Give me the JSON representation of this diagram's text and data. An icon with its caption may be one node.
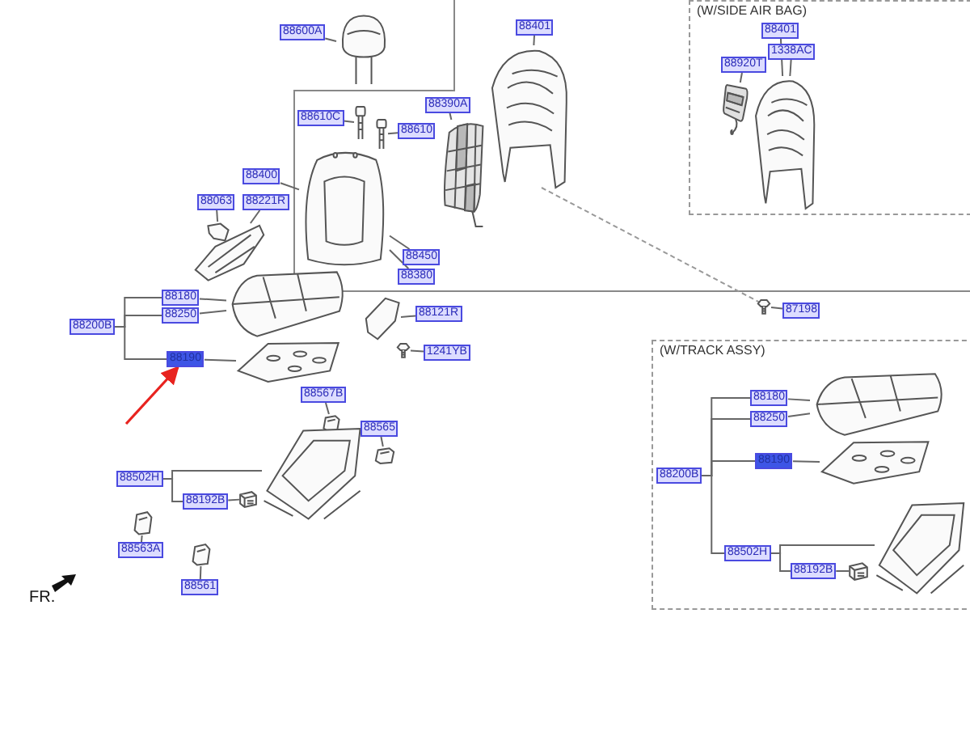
{
  "diagram": {
    "nodes": [
      {
        "text": [
          "(W/SIDE AIR BAG)"
        ]
      },
      {
        "text": [
          "88401"
        ],
        "in": 0
      },
      {
        "text": [
          "1338AC"
        ],
        "in": 0
      },
      {
        "text": [
          "88920T"
        ],
        "in": 0
      },
      {
        "text": [],
        "shape": "picture",
        "in": 0
      },
      {
        "text": [],
        "shape": "picture",
        "in": 0
      },
      {
        "text": [
          "88600A"
        ]
      },
      {
        "text": [],
        "shape": "picture"
      },
      {
        "text": [
          "88610C"
        ]
      },
      {
        "text": [],
        "shape": "picture"
      },
      {
        "text": [
          "88610"
        ]
      },
      {
        "text": [],
        "shape": "picture"
      },
      {
        "text": [
          "88390A"
        ]
      },
      {
        "text": [],
        "shape": "picture"
      },
      {
        "text": [
          "88400"
        ]
      },
      {
        "text": [],
        "shape": "picture"
      },
      {
        "text": [
          "88450"
        ]
      },
      {
        "text": [
          "88380"
        ]
      },
      {
        "text": [
          "88063"
        ]
      },
      {
        "text": [
          "88221R"
        ]
      },
      {
        "text": [],
        "shape": "picture"
      },
      {
        "text": [],
        "shape": "picture"
      },
      {
        "text": [
          "88401"
        ]
      },
      {
        "text": [],
        "shape": "picture"
      },
      {
        "text": [
          "87198"
        ]
      },
      {
        "text": [],
        "shape": "picture"
      },
      {
        "text": [
          "88200B"
        ]
      },
      {
        "text": [
          "88180"
        ]
      },
      {
        "text": [
          "88250"
        ]
      },
      {
        "text": [
          "88190"
        ]
      },
      {
        "text": [],
        "shape": "picture"
      },
      {
        "text": [],
        "shape": "picture"
      },
      {
        "text": [
          "88121R"
        ]
      },
      {
        "text": [],
        "shape": "picture"
      },
      {
        "text": [
          "1241YB"
        ]
      },
      {
        "text": [],
        "shape": "picture"
      },
      {
        "text": [
          "88567B"
        ]
      },
      {
        "text": [],
        "shape": "picture"
      },
      {
        "text": [
          "88565"
        ]
      },
      {
        "text": [],
        "shape": "picture"
      },
      {
        "text": [
          "88502H"
        ]
      },
      {
        "text": [],
        "shape": "picture"
      },
      {
        "text": [
          "88192B"
        ]
      },
      {
        "text": [],
        "shape": "picture"
      },
      {
        "text": [
          "88563A"
        ]
      },
      {
        "text": [],
        "shape": "picture"
      },
      {
        "text": [
          "88561"
        ]
      },
      {
        "text": [],
        "shape": "picture"
      },
      {
        "text": [
          "(W/TRACK ASSY)"
        ]
      },
      {
        "text": [
          "88180"
        ],
        "in": 48
      },
      {
        "text": [
          "88250"
        ],
        "in": 48
      },
      {
        "text": [
          "88190"
        ],
        "in": 48
      },
      {
        "text": [
          "88200B"
        ],
        "in": 48
      },
      {
        "text": [
          "88502H"
        ],
        "in": 48
      },
      {
        "text": [
          "88192B"
        ],
        "in": 48
      },
      {
        "text": [],
        "shape": "picture",
        "in": 48
      },
      {
        "text": [],
        "shape": "picture",
        "in": 48
      },
      {
        "text": [],
        "shape": "picture",
        "in": 48
      },
      {
        "text": [],
        "shape": "picture",
        "in": 48
      }
    ],
    "edges": [
      {
        "from": 1,
        "to": 5,
        "arrow": "none"
      },
      {
        "from": 2,
        "to": 5,
        "arrow": "none"
      },
      {
        "from": 3,
        "to": 4,
        "arrow": "none"
      },
      {
        "from": 6,
        "to": 7,
        "arrow": "none"
      },
      {
        "from": 8,
        "to": 9,
        "arrow": "none"
      },
      {
        "from": 10,
        "to": 11,
        "arrow": "none"
      },
      {
        "from": 12,
        "to": 13,
        "arrow": "none"
      },
      {
        "from": 14,
        "to": 15,
        "arrow": "none"
      },
      {
        "from": 16,
        "to": 15,
        "arrow": "none"
      },
      {
        "from": 17,
        "to": 15,
        "arrow": "none"
      },
      {
        "from": 18,
        "to": 20,
        "arrow": "none"
      },
      {
        "from": 19,
        "to": 21,
        "arrow": "none"
      },
      {
        "from": 22,
        "to": 23,
        "arrow": "none"
      },
      {
        "from": 24,
        "to": 25,
        "arrow": "none"
      },
      {
        "from": 26,
        "to": 27,
        "arrow": "none"
      },
      {
        "from": 26,
        "to": 28,
        "arrow": "none"
      },
      {
        "from": 26,
        "to": 29,
        "arrow": "none"
      },
      {
        "from": 27,
        "to": 30,
        "arrow": "none"
      },
      {
        "from": 28,
        "to": 30,
        "arrow": "none"
      },
      {
        "from": 29,
        "to": 31,
        "arrow": "none"
      },
      {
        "from": 32,
        "to": 33,
        "arrow": "none"
      },
      {
        "from": 34,
        "to": 35,
        "arrow": "none"
      },
      {
        "from": 36,
        "to": 37,
        "arrow": "none"
      },
      {
        "from": 38,
        "to": 39,
        "arrow": "none"
      },
      {
        "from": 40,
        "to": 41,
        "arrow": "none"
      },
      {
        "from": 40,
        "to": 42,
        "arrow": "none"
      },
      {
        "from": 42,
        "to": 43,
        "arrow": "none"
      },
      {
        "from": 44,
        "to": 45,
        "arrow": "none"
      },
      {
        "from": 46,
        "to": 47,
        "arrow": "none"
      },
      {
        "from": 52,
        "to": 49,
        "arrow": "none"
      },
      {
        "from": 52,
        "to": 50,
        "arrow": "none"
      },
      {
        "from": 52,
        "to": 51,
        "arrow": "none"
      },
      {
        "from": 52,
        "to": 53,
        "arrow": "none"
      },
      {
        "from": 49,
        "to": 55,
        "arrow": "none"
      },
      {
        "from": 50,
        "to": 55,
        "arrow": "none"
      },
      {
        "from": 51,
        "to": 56,
        "arrow": "none"
      },
      {
        "from": 53,
        "to": 57,
        "arrow": "none"
      },
      {
        "from": 53,
        "to": 54,
        "arrow": "none"
      },
      {
        "from": 54,
        "to": 58,
        "arrow": "none"
      },
      {
        "from": null,
        "to": 29,
        "arrow": "to",
        "color": "#e8231f"
      }
    ],
    "labels": [
      "FR."
    ]
  }
}
